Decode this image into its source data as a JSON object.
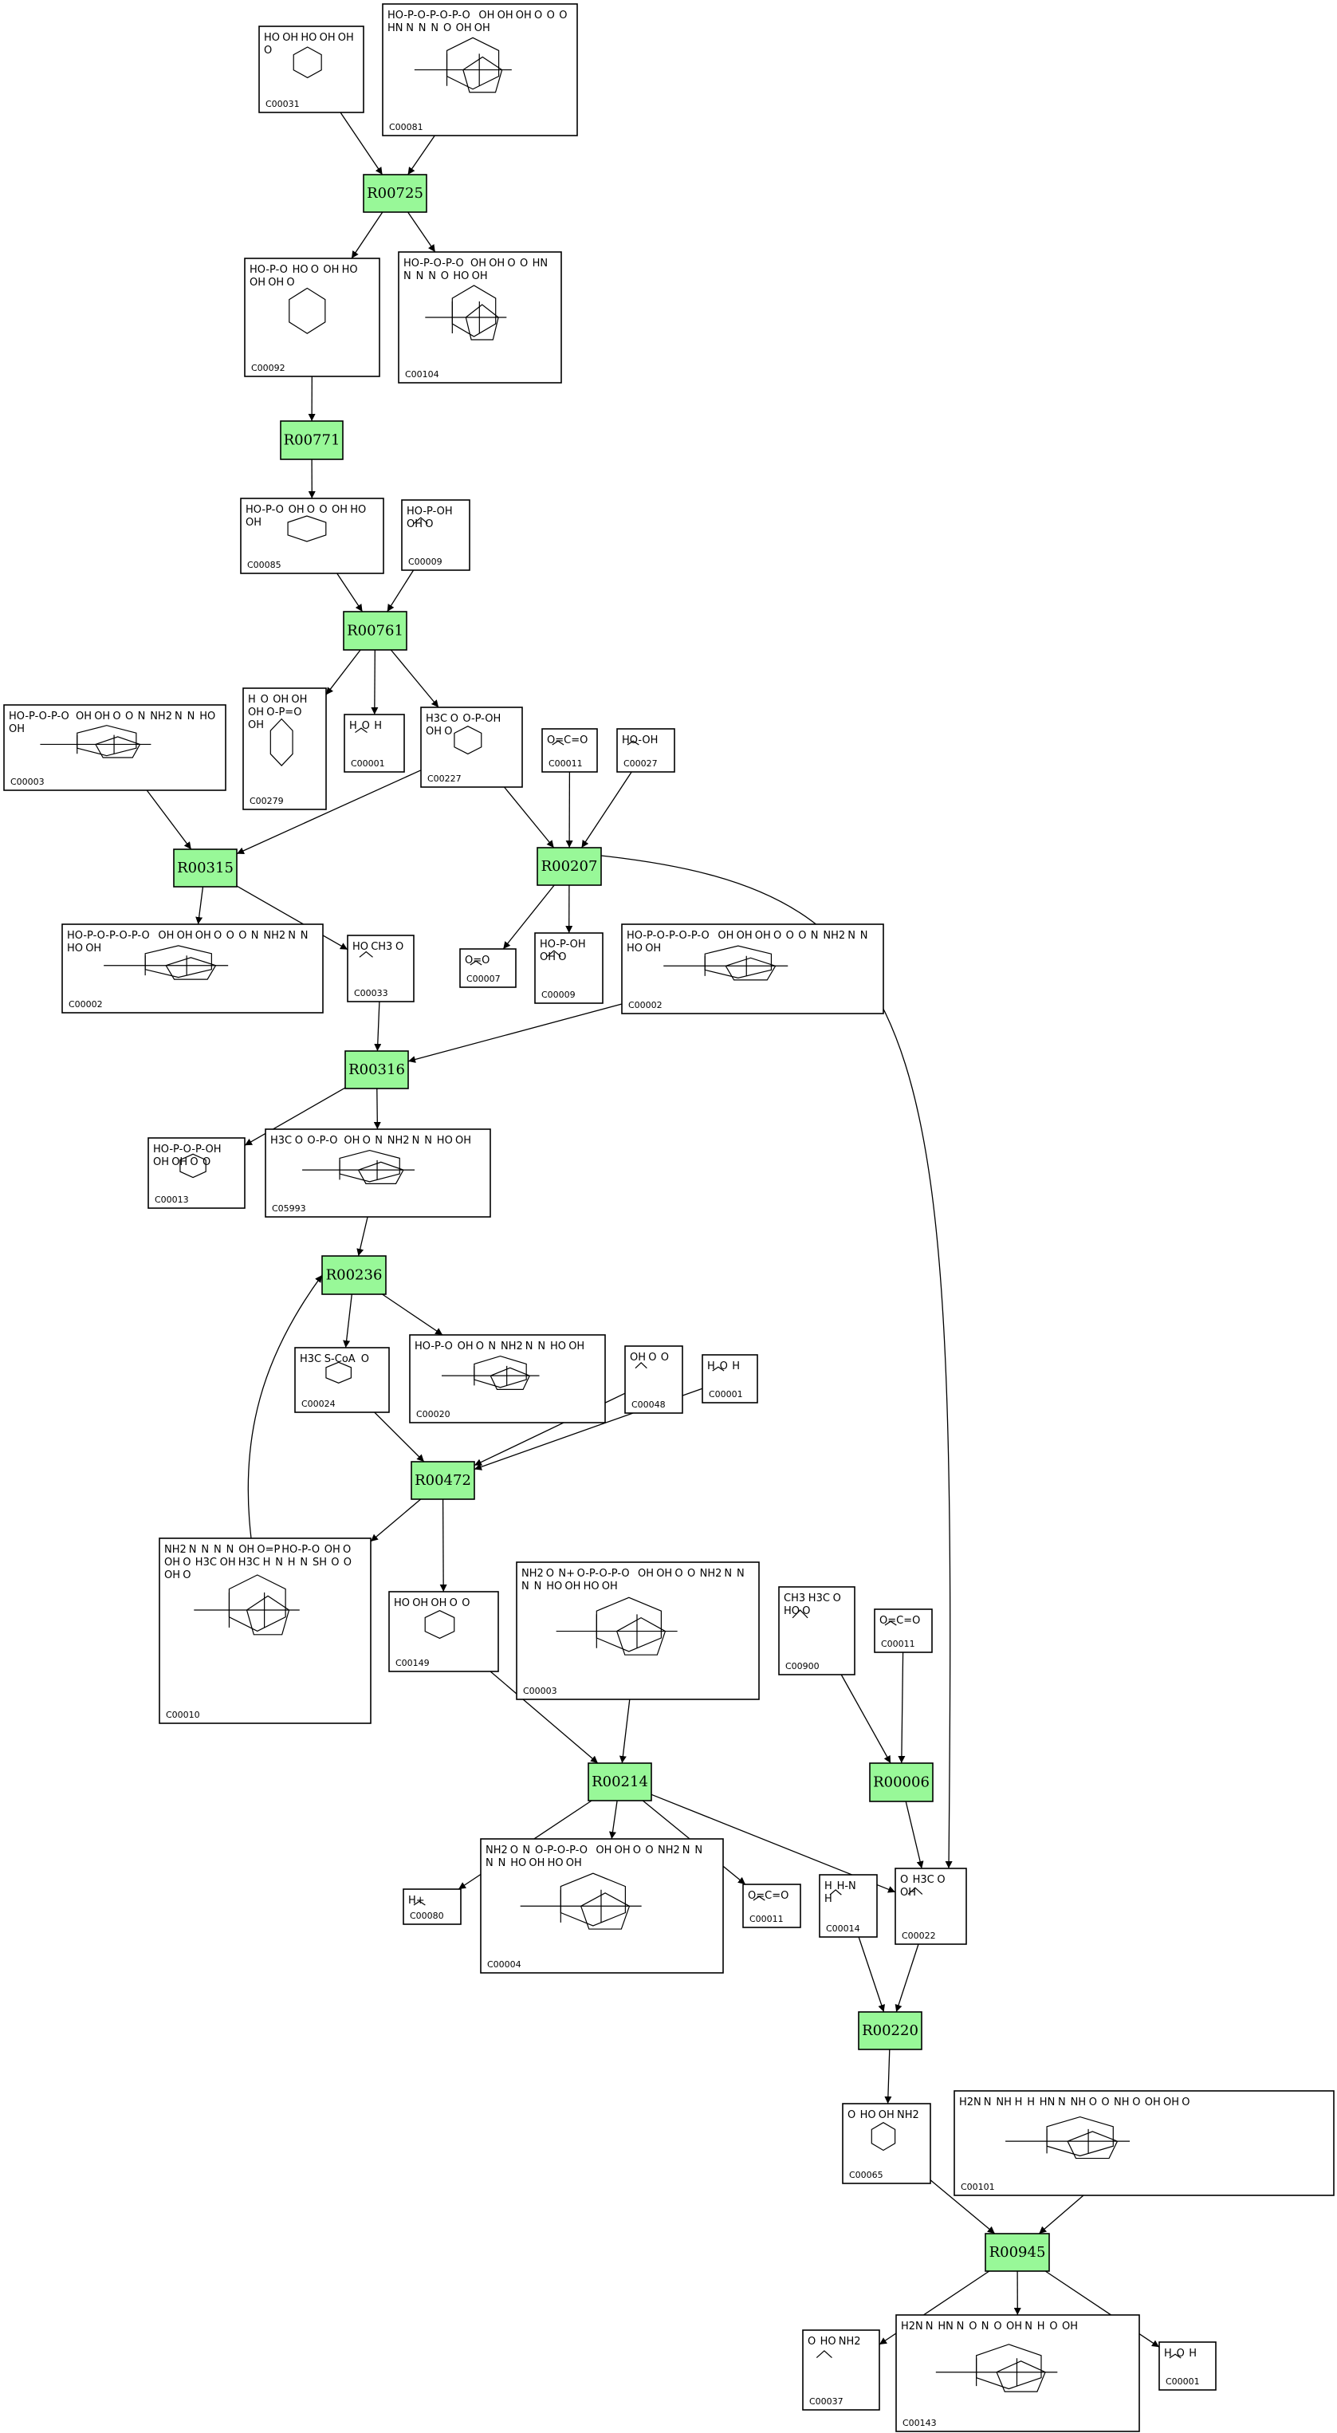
{
  "colors": {
    "reaction_fill": "#98f898",
    "stroke": "#000000",
    "background": "#ffffff"
  },
  "compounds": [
    {
      "key": "c00031",
      "id": "C00031",
      "labels": [
        "HO",
        "OH",
        "HO",
        "OH",
        "OH",
        "O"
      ]
    },
    {
      "key": "c00081",
      "id": "C00081",
      "labels": [
        "HO-P-O-P-O-P-O",
        "OH",
        "OH",
        "OH",
        "O",
        "O",
        "O",
        "HN",
        "N",
        "N",
        "N",
        "O",
        "OH",
        "OH"
      ]
    },
    {
      "key": "c00092",
      "id": "C00092",
      "labels": [
        "HO-P-O",
        "HO",
        "O",
        "OH",
        "HO",
        "OH",
        "OH",
        "O"
      ]
    },
    {
      "key": "c00104",
      "id": "C00104",
      "labels": [
        "HO-P-O-P-O",
        "OH",
        "OH",
        "O",
        "O",
        "HN",
        "N",
        "N",
        "N",
        "O",
        "HO",
        "OH"
      ]
    },
    {
      "key": "c00085",
      "id": "C00085",
      "labels": [
        "HO-P-O",
        "OH",
        "O",
        "O",
        "OH",
        "HO",
        "OH"
      ]
    },
    {
      "key": "c00009a",
      "id": "C00009",
      "labels": [
        "HO-P-OH",
        "OH",
        "O"
      ]
    },
    {
      "key": "c00003a",
      "id": "C00003",
      "labels": [
        "HO-P-O-P-O",
        "OH",
        "OH",
        "O",
        "O",
        "N",
        "NH2",
        "N",
        "N",
        "HO",
        "OH"
      ]
    },
    {
      "key": "c00279",
      "id": "C00279",
      "labels": [
        "H",
        "O",
        "OH",
        "OH",
        "OH",
        "O-P=O",
        "OH"
      ]
    },
    {
      "key": "c00001a",
      "id": "C00001",
      "labels": [
        "H",
        "O",
        "H"
      ]
    },
    {
      "key": "c00227",
      "id": "C00227",
      "labels": [
        "H3C",
        "O",
        "O-P-OH",
        "OH",
        "O"
      ]
    },
    {
      "key": "c00011a",
      "id": "C00011",
      "labels": [
        "O=C=O"
      ]
    },
    {
      "key": "c00027",
      "id": "C00027",
      "labels": [
        "HO-OH"
      ]
    },
    {
      "key": "c00002a",
      "id": "C00002",
      "labels": [
        "HO-P-O-P-O-P-O",
        "OH",
        "OH",
        "OH",
        "O",
        "O",
        "O",
        "N",
        "NH2",
        "N",
        "N",
        "HO",
        "OH"
      ]
    },
    {
      "key": "c00033",
      "id": "C00033",
      "labels": [
        "HO",
        "CH3",
        "O"
      ]
    },
    {
      "key": "c00007",
      "id": "C00007",
      "labels": [
        "O=O"
      ]
    },
    {
      "key": "c00009b",
      "id": "C00009",
      "labels": [
        "HO-P-OH",
        "OH",
        "O"
      ]
    },
    {
      "key": "c00002b",
      "id": "C00002",
      "labels": [
        "HO-P-O-P-O-P-O",
        "OH",
        "OH",
        "OH",
        "O",
        "O",
        "O",
        "N",
        "NH2",
        "N",
        "N",
        "HO",
        "OH"
      ]
    },
    {
      "key": "c00013",
      "id": "C00013",
      "labels": [
        "HO-P-O-P-OH",
        "OH",
        "OH",
        "O",
        "O"
      ]
    },
    {
      "key": "c05993",
      "id": "C05993",
      "labels": [
        "H3C",
        "O",
        "O-P-O",
        "OH",
        "O",
        "N",
        "NH2",
        "N",
        "N",
        "HO",
        "OH"
      ]
    },
    {
      "key": "c00024",
      "id": "C00024",
      "labels": [
        "H3C",
        "S-CoA",
        "O"
      ]
    },
    {
      "key": "c00020",
      "id": "C00020",
      "labels": [
        "HO-P-O",
        "OH",
        "O",
        "N",
        "NH2",
        "N",
        "N",
        "HO",
        "OH"
      ]
    },
    {
      "key": "c00048",
      "id": "C00048",
      "labels": [
        "OH",
        "O",
        "O"
      ]
    },
    {
      "key": "c00001b",
      "id": "C00001",
      "labels": [
        "H",
        "O",
        "H"
      ]
    },
    {
      "key": "c00010",
      "id": "C00010",
      "labels": [
        "NH2",
        "N",
        "N",
        "N",
        "N",
        "OH",
        "O=P",
        "HO-P-O",
        "OH",
        "O",
        "OH",
        "O",
        "H3C",
        "OH",
        "H3C",
        "H",
        "N",
        "H",
        "N",
        "SH",
        "O",
        "O",
        "OH",
        "O"
      ]
    },
    {
      "key": "c00149",
      "id": "C00149",
      "labels": [
        "HO",
        "OH",
        "OH",
        "O",
        "O"
      ]
    },
    {
      "key": "c00003b",
      "id": "C00003",
      "labels": [
        "NH2",
        "O",
        "N+",
        "O-P-O-P-O",
        "OH",
        "OH",
        "O",
        "O",
        "NH2",
        "N",
        "N",
        "N",
        "N",
        "HO",
        "OH",
        "HO",
        "OH"
      ]
    },
    {
      "key": "c00900",
      "id": "C00900",
      "labels": [
        "CH3",
        "H3C",
        "O",
        "HO",
        "O"
      ]
    },
    {
      "key": "c00011b",
      "id": "C00011",
      "labels": [
        "O=C=O"
      ]
    },
    {
      "key": "c00080",
      "id": "C00080",
      "labels": [
        "H+"
      ]
    },
    {
      "key": "c00004",
      "id": "C00004",
      "labels": [
        "NH2",
        "O",
        "N",
        "O-P-O-P-O",
        "OH",
        "OH",
        "O",
        "O",
        "NH2",
        "N",
        "N",
        "N",
        "N",
        "HO",
        "OH",
        "HO",
        "OH"
      ]
    },
    {
      "key": "c00011c",
      "id": "C00011",
      "labels": [
        "O=C=O"
      ]
    },
    {
      "key": "c00014",
      "id": "C00014",
      "labels": [
        "H",
        "H-N",
        "H"
      ]
    },
    {
      "key": "c00022",
      "id": "C00022",
      "labels": [
        "O",
        "H3C",
        "O",
        "OH"
      ]
    },
    {
      "key": "c00065",
      "id": "C00065",
      "labels": [
        "O",
        "HO",
        "OH",
        "NH2"
      ]
    },
    {
      "key": "c00101",
      "id": "C00101",
      "labels": [
        "H2N",
        "N",
        "NH",
        "H",
        "H",
        "HN",
        "N",
        "NH",
        "O",
        "O",
        "NH",
        "O",
        "OH",
        "OH",
        "O"
      ]
    },
    {
      "key": "c00037",
      "id": "C00037",
      "labels": [
        "O",
        "HO",
        "NH2"
      ]
    },
    {
      "key": "c00143",
      "id": "C00143",
      "labels": [
        "H2N",
        "N",
        "HN",
        "N",
        "O",
        "N",
        "O",
        "OH",
        "N",
        "H",
        "O",
        "OH"
      ]
    },
    {
      "key": "c00001c",
      "id": "C00001",
      "labels": [
        "H",
        "O",
        "H"
      ]
    }
  ],
  "reactions": [
    {
      "key": "r00725",
      "id": "R00725"
    },
    {
      "key": "r00771",
      "id": "R00771"
    },
    {
      "key": "r00761",
      "id": "R00761"
    },
    {
      "key": "r00315",
      "id": "R00315"
    },
    {
      "key": "r00207",
      "id": "R00207"
    },
    {
      "key": "r00316",
      "id": "R00316"
    },
    {
      "key": "r00236",
      "id": "R00236"
    },
    {
      "key": "r00472",
      "id": "R00472"
    },
    {
      "key": "r00214",
      "id": "R00214"
    },
    {
      "key": "r00006",
      "id": "R00006"
    },
    {
      "key": "r00220",
      "id": "R00220"
    },
    {
      "key": "r00945",
      "id": "R00945"
    }
  ],
  "edges": [
    {
      "from": "c00031",
      "to": "r00725"
    },
    {
      "from": "c00081",
      "to": "r00725"
    },
    {
      "from": "r00725",
      "to": "c00092"
    },
    {
      "from": "r00725",
      "to": "c00104"
    },
    {
      "from": "c00092",
      "to": "r00771"
    },
    {
      "from": "r00771",
      "to": "c00085"
    },
    {
      "from": "c00085",
      "to": "r00761"
    },
    {
      "from": "c00009a",
      "to": "r00761"
    },
    {
      "from": "r00761",
      "to": "c00279"
    },
    {
      "from": "r00761",
      "to": "c00001a"
    },
    {
      "from": "r00761",
      "to": "c00227"
    },
    {
      "from": "c00003a",
      "to": "r00315"
    },
    {
      "from": "c00227",
      "to": "r00315"
    },
    {
      "from": "c00227",
      "to": "r00207"
    },
    {
      "from": "c00011a",
      "to": "r00207"
    },
    {
      "from": "c00027",
      "to": "r00207"
    },
    {
      "from": "r00315",
      "to": "c00002a"
    },
    {
      "from": "r00315",
      "to": "c00033"
    },
    {
      "from": "r00207",
      "to": "c00007"
    },
    {
      "from": "r00207",
      "to": "c00009b"
    },
    {
      "from": "r00207",
      "to": "c00022"
    },
    {
      "from": "c00033",
      "to": "r00316"
    },
    {
      "from": "c00002b",
      "to": "r00316"
    },
    {
      "from": "r00316",
      "to": "c00013"
    },
    {
      "from": "r00316",
      "to": "c05993"
    },
    {
      "from": "c05993",
      "to": "r00236"
    },
    {
      "from": "c00010",
      "to": "r00236"
    },
    {
      "from": "r00236",
      "to": "c00024"
    },
    {
      "from": "r00236",
      "to": "c00020"
    },
    {
      "from": "c00024",
      "to": "r00472"
    },
    {
      "from": "c00048",
      "to": "r00472"
    },
    {
      "from": "c00001b",
      "to": "r00472"
    },
    {
      "from": "r00472",
      "to": "c00010"
    },
    {
      "from": "r00472",
      "to": "c00149"
    },
    {
      "from": "c00149",
      "to": "r00214"
    },
    {
      "from": "c00003b",
      "to": "r00214"
    },
    {
      "from": "r00214",
      "to": "c00080"
    },
    {
      "from": "r00214",
      "to": "c00004"
    },
    {
      "from": "r00214",
      "to": "c00011c"
    },
    {
      "from": "r00214",
      "to": "c00022"
    },
    {
      "from": "c00900",
      "to": "r00006"
    },
    {
      "from": "c00011b",
      "to": "r00006"
    },
    {
      "from": "r00006",
      "to": "c00022"
    },
    {
      "from": "c00014",
      "to": "r00220"
    },
    {
      "from": "c00022",
      "to": "r00220"
    },
    {
      "from": "r00220",
      "to": "c00065"
    },
    {
      "from": "c00065",
      "to": "r00945"
    },
    {
      "from": "c00101",
      "to": "r00945"
    },
    {
      "from": "r00945",
      "to": "c00037"
    },
    {
      "from": "r00945",
      "to": "c00143"
    },
    {
      "from": "r00945",
      "to": "c00001c"
    }
  ]
}
